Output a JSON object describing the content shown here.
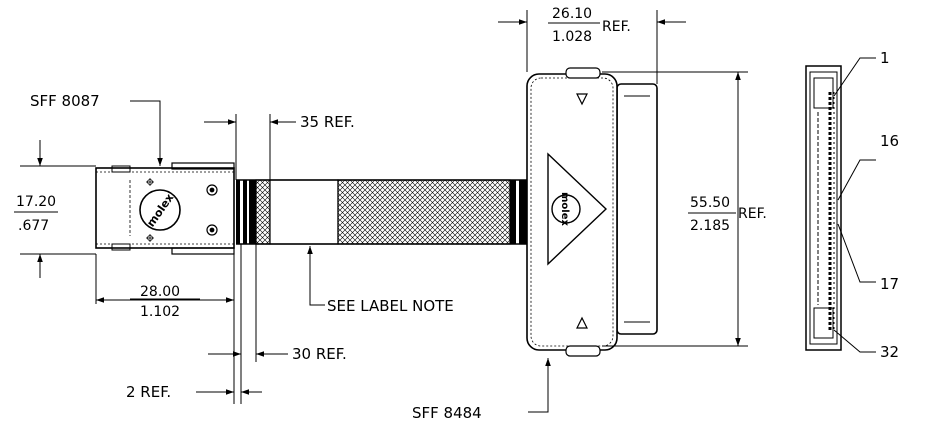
{
  "left_connector": {
    "label": "SFF 8087",
    "height_mm": "17.20",
    "height_in": ".677",
    "length_mm": "28.00",
    "length_in": "1.102",
    "logo_text": "molex"
  },
  "cable": {
    "dim_35": "35 REF.",
    "dim_30": "30 REF.",
    "dim_2": "2 REF.",
    "label_note": "SEE LABEL NOTE"
  },
  "right_connector": {
    "label": "SFF 8484",
    "width_mm": "26.10",
    "width_in": "1.028",
    "width_suffix": "REF.",
    "height_mm": "55.50",
    "height_in": "2.185",
    "height_suffix": "REF.",
    "logo_text": "molex"
  },
  "pins": {
    "pin_1": "1",
    "pin_16": "16",
    "pin_17": "17",
    "pin_32": "32"
  }
}
